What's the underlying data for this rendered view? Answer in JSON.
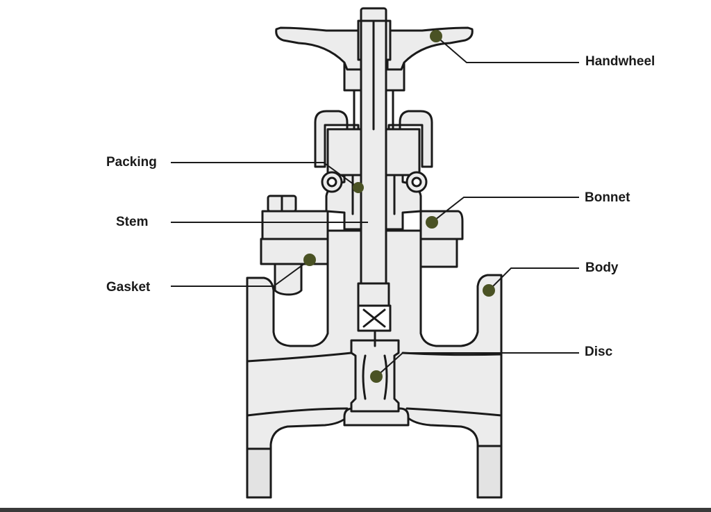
{
  "labels": {
    "handwheel": "Handwheel",
    "packing": "Packing",
    "bonnet": "Bonnet",
    "stem": "Stem",
    "body": "Body",
    "gasket": "Gasket",
    "disc": "Disc"
  },
  "colors": {
    "outline": "#1a1a1a",
    "fill": "#ececec",
    "marker": "#4a5224",
    "leader": "#1a1a1a",
    "text": "#1a1a1a"
  }
}
